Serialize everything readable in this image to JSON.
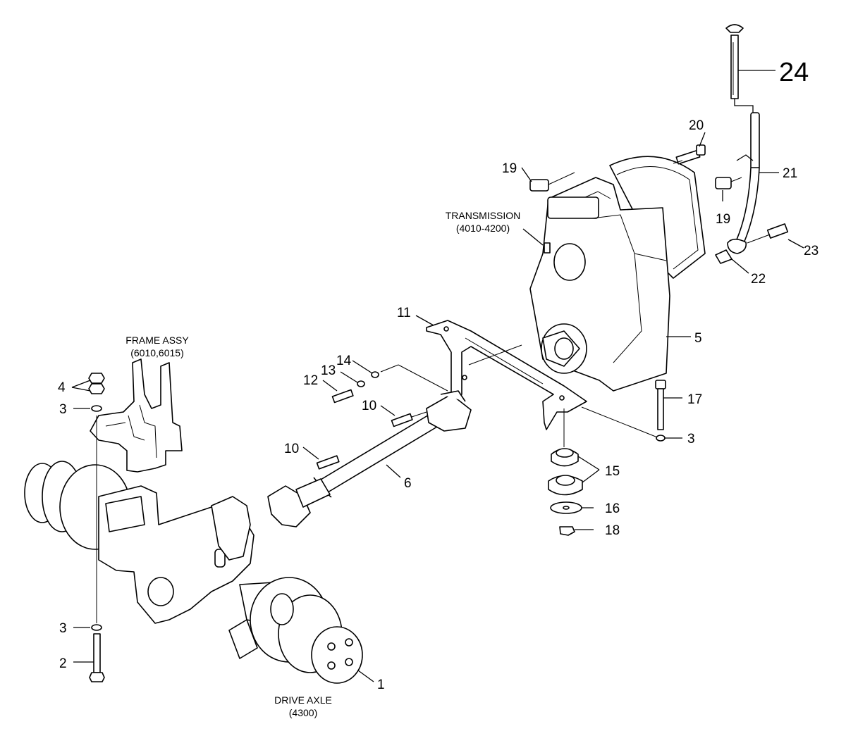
{
  "callouts": {
    "c24": "24",
    "c20": "20",
    "c19a": "19",
    "c19b": "19",
    "c21": "21",
    "c23": "23",
    "c22": "22",
    "c11": "11",
    "c5": "5",
    "c14": "14",
    "c13": "13",
    "c12": "12",
    "c10a": "10",
    "c10b": "10",
    "c17": "17",
    "c3a": "3",
    "c3b": "3",
    "c3c": "3",
    "c4": "4",
    "c15": "15",
    "c16": "16",
    "c18": "18",
    "c6": "6",
    "c2": "2",
    "c1": "1"
  },
  "labels": {
    "transmission_name": "TRANSMISSION",
    "transmission_code": "(4010-4200)",
    "frame_name": "FRAME ASSY",
    "frame_code": "(6010,6015)",
    "axle_name": "DRIVE AXLE",
    "axle_code": "(4300)"
  }
}
